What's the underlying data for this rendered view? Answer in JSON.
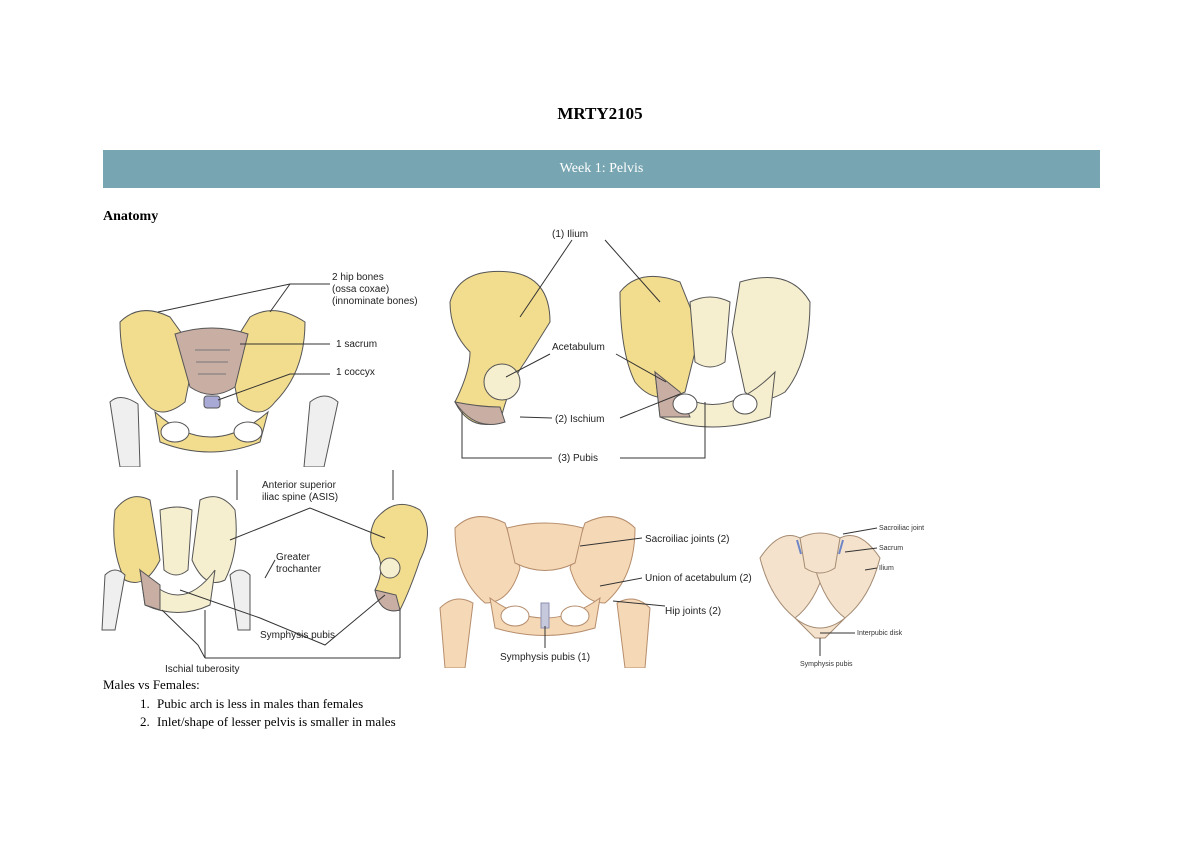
{
  "header": {
    "course_code": "MRTY2105",
    "banner": "Week 1: Pelvis"
  },
  "section": {
    "heading": "Anatomy"
  },
  "figures": {
    "fig1": {
      "labels": [
        "2 hip bones",
        "(ossa coxae)",
        "(innominate bones)",
        "1 sacrum",
        "1 coccyx"
      ]
    },
    "fig2": {
      "labels": [
        "(1) Ilium",
        "Acetabulum",
        "(2) Ischium",
        "(3) Pubis"
      ]
    },
    "fig3": {
      "labels": [
        "Anterior superior",
        "iliac spine (ASIS)",
        "Greater",
        "trochanter",
        "Symphysis pubis",
        "Ischial tuberosity"
      ]
    },
    "fig4": {
      "labels": [
        "Sacroiliac joints (2)",
        "Union of acetabulum (2)",
        "Hip joints (2)",
        "Symphysis pubis (1)"
      ]
    },
    "fig5": {
      "labels": [
        "Sacroiliac joint",
        "Sacrum",
        "Ilium",
        "Interpubic disk",
        "Symphysis pubis"
      ]
    }
  },
  "notes": {
    "title": "Males vs Females:",
    "items": [
      "Pubic arch is less in males than females",
      "Inlet/shape of lesser pelvis is smaller in males"
    ]
  },
  "colors": {
    "banner": "#77a6b2",
    "bone": "#f2dc8e",
    "bone_light": "#f6efcf",
    "sacrum": "#c9aea4",
    "coccyx": "#a9a9d6"
  }
}
